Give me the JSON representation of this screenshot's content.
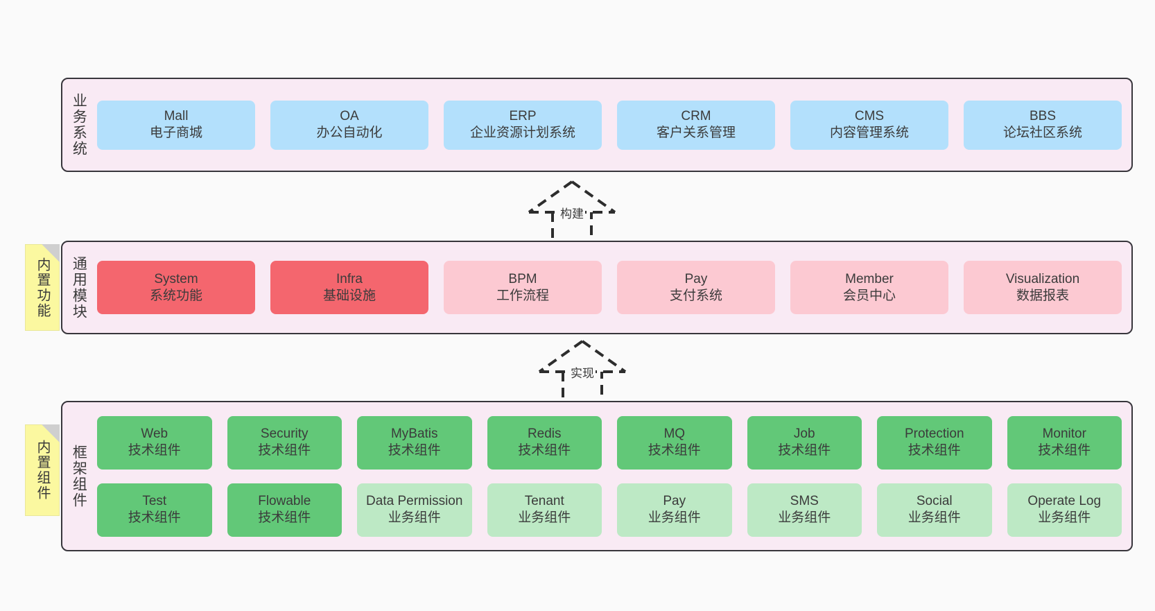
{
  "diagram": {
    "background": "#fafafa",
    "panel_background": "#f9eaf4",
    "panel_border": "#38363c",
    "note_background": "#fbf8a0",
    "colors": {
      "business": "#b3e0fc",
      "common_active": "#f4666e",
      "common_inactive": "#fcc9d2",
      "framework_tech": "#62c878",
      "framework_business": "#bde9c5"
    }
  },
  "notes": [
    {
      "id": "note-common",
      "label": "内置功能"
    },
    {
      "id": "note-framework",
      "label": "内置组件"
    }
  ],
  "arrows": [
    {
      "id": "arrow-build",
      "label": "构建"
    },
    {
      "id": "arrow-realize",
      "label": "实现"
    }
  ],
  "layers": [
    {
      "id": "layer-business",
      "title": "业务系统",
      "rows": [
        {
          "cells": [
            {
              "name": "Mall",
              "desc": "电子商城",
              "color": "#b3e0fc"
            },
            {
              "name": "OA",
              "desc": "办公自动化",
              "color": "#b3e0fc"
            },
            {
              "name": "ERP",
              "desc": "企业资源计划系统",
              "color": "#b3e0fc"
            },
            {
              "name": "CRM",
              "desc": "客户关系管理",
              "color": "#b3e0fc"
            },
            {
              "name": "CMS",
              "desc": "内容管理系统",
              "color": "#b3e0fc"
            },
            {
              "name": "BBS",
              "desc": "论坛社区系统",
              "color": "#b3e0fc"
            }
          ]
        }
      ]
    },
    {
      "id": "layer-common",
      "title": "通用模块",
      "rows": [
        {
          "cells": [
            {
              "name": "System",
              "desc": "系统功能",
              "color": "#f4666e"
            },
            {
              "name": "Infra",
              "desc": "基础设施",
              "color": "#f4666e"
            },
            {
              "name": "BPM",
              "desc": "工作流程",
              "color": "#fcc9d2"
            },
            {
              "name": "Pay",
              "desc": "支付系统",
              "color": "#fcc9d2"
            },
            {
              "name": "Member",
              "desc": "会员中心",
              "color": "#fcc9d2"
            },
            {
              "name": "Visualization",
              "desc": "数据报表",
              "color": "#fcc9d2"
            }
          ]
        }
      ]
    },
    {
      "id": "layer-framework",
      "title": "框架组件",
      "rows": [
        {
          "cells": [
            {
              "name": "Web",
              "desc": "技术组件",
              "color": "#62c878"
            },
            {
              "name": "Security",
              "desc": "技术组件",
              "color": "#62c878"
            },
            {
              "name": "MyBatis",
              "desc": "技术组件",
              "color": "#62c878"
            },
            {
              "name": "Redis",
              "desc": "技术组件",
              "color": "#62c878"
            },
            {
              "name": "MQ",
              "desc": "技术组件",
              "color": "#62c878"
            },
            {
              "name": "Job",
              "desc": "技术组件",
              "color": "#62c878"
            },
            {
              "name": "Protection",
              "desc": "技术组件",
              "color": "#62c878"
            },
            {
              "name": "Monitor",
              "desc": "技术组件",
              "color": "#62c878"
            }
          ]
        },
        {
          "cells": [
            {
              "name": "Test",
              "desc": "技术组件",
              "color": "#62c878"
            },
            {
              "name": "Flowable",
              "desc": "技术组件",
              "color": "#62c878"
            },
            {
              "name": "Data Permission",
              "desc": "业务组件",
              "color": "#bde9c5"
            },
            {
              "name": "Tenant",
              "desc": "业务组件",
              "color": "#bde9c5"
            },
            {
              "name": "Pay",
              "desc": "业务组件",
              "color": "#bde9c5"
            },
            {
              "name": "SMS",
              "desc": "业务组件",
              "color": "#bde9c5"
            },
            {
              "name": "Social",
              "desc": "业务组件",
              "color": "#bde9c5"
            },
            {
              "name": "Operate Log",
              "desc": "业务组件",
              "color": "#bde9c5"
            }
          ]
        }
      ]
    }
  ]
}
